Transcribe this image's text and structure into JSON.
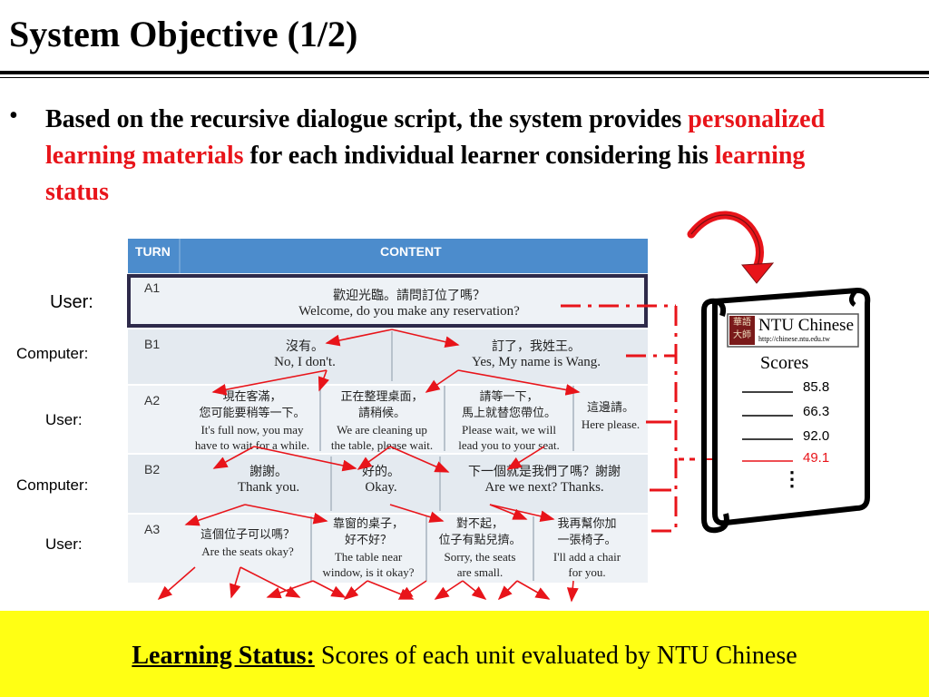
{
  "title": "System Objective (1/2)",
  "bullet": {
    "dot": "•",
    "part1": "Based on  the recursive dialogue script, the system provides ",
    "highlight1": "personalized learning materials",
    "part2": " for each individual learner considering his ",
    "highlight2": "learning status"
  },
  "table": {
    "headers": {
      "turn": "TURN",
      "content": "CONTENT"
    },
    "rows": [
      {
        "tag": "A1",
        "cells": [
          {
            "zh": "歡迎光臨。請問訂位了嗎？",
            "en": "Welcome, do you make any reservation?"
          }
        ]
      },
      {
        "tag": "B1",
        "cells": [
          {
            "zh": "沒有。",
            "en": "No, I don't."
          },
          {
            "zh": "訂了，我姓王。",
            "en": "Yes, My name is Wang."
          }
        ]
      },
      {
        "tag": "A2",
        "cells": [
          {
            "zh": "現在客滿，您可能要稍等一下。",
            "zh1": "現在客滿，",
            "zh2": "您可能要稍等一下。",
            "en1": "It's full now, you may",
            "en2": "have to wait for a while."
          },
          {
            "zh1": "正在整理桌面，",
            "zh2": "請稍候。",
            "en1": "We are cleaning up",
            "en2": "the table, please wait."
          },
          {
            "zh1": "請等一下，",
            "zh2": "馬上就替您帶位。",
            "en1": "Please wait, we will",
            "en2": "lead you to your seat."
          },
          {
            "zh1": "這邊請。",
            "en1": "Here please."
          }
        ]
      },
      {
        "tag": "B2",
        "cells": [
          {
            "zh": "謝謝。",
            "en": "Thank you."
          },
          {
            "zh": "好的。",
            "en": "Okay."
          },
          {
            "zh": "下一個就是我們了嗎？謝謝",
            "en": "Are we next? Thanks."
          }
        ]
      },
      {
        "tag": "A3",
        "cells": [
          {
            "zh1": "這個位子可以嗎？",
            "en1": "Are the seats okay?"
          },
          {
            "zh1": "靠窗的桌子，",
            "zh2": "好不好？",
            "en1": "The table near",
            "en2": "window, is it okay?"
          },
          {
            "zh1": "對不起，",
            "zh2": "位子有點兒擠。",
            "en1": "Sorry, the seats",
            "en2": "are small."
          },
          {
            "zh1": "我再幫你加",
            "zh2": "一張椅子。",
            "en1": "I'll add a chair",
            "en2": "for you."
          }
        ]
      }
    ]
  },
  "speakers": [
    "User:",
    "Computer:",
    "User:",
    "Computer:",
    "User:"
  ],
  "scroll": {
    "logo_zh": "華語大師",
    "logo_name": "NTU Chinese",
    "logo_url": "http://chinese.ntu.edu.tw",
    "heading": "Scores",
    "scores": [
      "85.8",
      "66.3",
      "92.0",
      "49.1"
    ],
    "ellipsis": "⋮"
  },
  "footer": {
    "label": "Learning Status:",
    "text": " Scores of each unit evaluated by NTU Chinese"
  },
  "colors": {
    "accent_red": "#e8141a",
    "header_blue": "#4c8ccc",
    "footer_yellow": "#ffff14",
    "row_bg": "#e9eef3"
  }
}
